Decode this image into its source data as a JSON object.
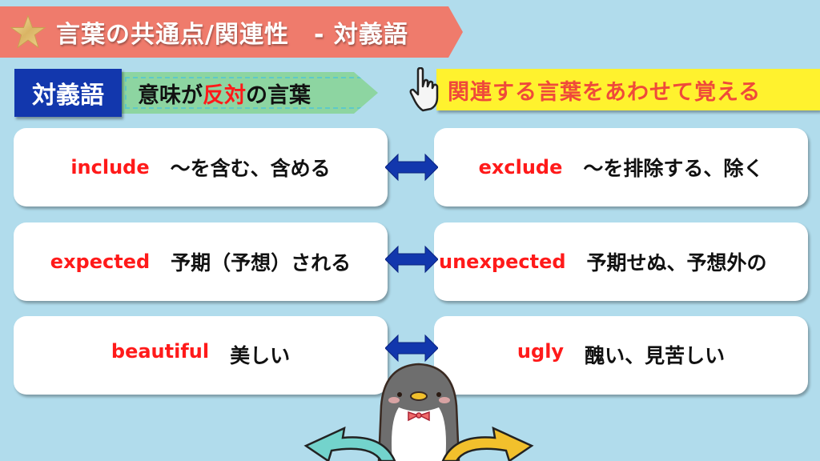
{
  "header": {
    "icon": "star-icon",
    "title": "言葉の共通点/関連性　- 対義語"
  },
  "category": {
    "label": "対義語",
    "description_before": "意味が",
    "description_highlight": "反対",
    "description_after": "の言葉"
  },
  "hint": {
    "icon": "pointing-hand-icon",
    "text": "関連する言葉をあわせて覚える"
  },
  "pairs": [
    {
      "left": {
        "word": "include",
        "meaning": "～を含む、含める"
      },
      "right": {
        "word": "exclude",
        "meaning": "～を排除する、除く"
      },
      "connector_icon": "double-arrow-icon"
    },
    {
      "left": {
        "word": "expected",
        "meaning": "予期（予想）される"
      },
      "right": {
        "word": "unexpected",
        "meaning": "予期せぬ、予想外の"
      },
      "connector_icon": "double-arrow-icon"
    },
    {
      "left": {
        "word": "beautiful",
        "meaning": "美しい"
      },
      "right": {
        "word": "ugly",
        "meaning": "醜い、見苦しい"
      },
      "connector_icon": "double-arrow-icon"
    }
  ],
  "mascot": {
    "icon": "penguin-mascot-icon",
    "left_arrow_color": "#73d3cc",
    "right_arrow_color": "#f2c02c"
  },
  "colors": {
    "background": "#b1dcec",
    "title_banner": "#ef7b6c",
    "label_box": "#1237ad",
    "meaning_banner": "#8dd5a1",
    "hint_banner": "#fff22e",
    "hint_text": "#ef4a3a",
    "english_word": "#ff1a1a",
    "arrow": "#1237ad"
  }
}
